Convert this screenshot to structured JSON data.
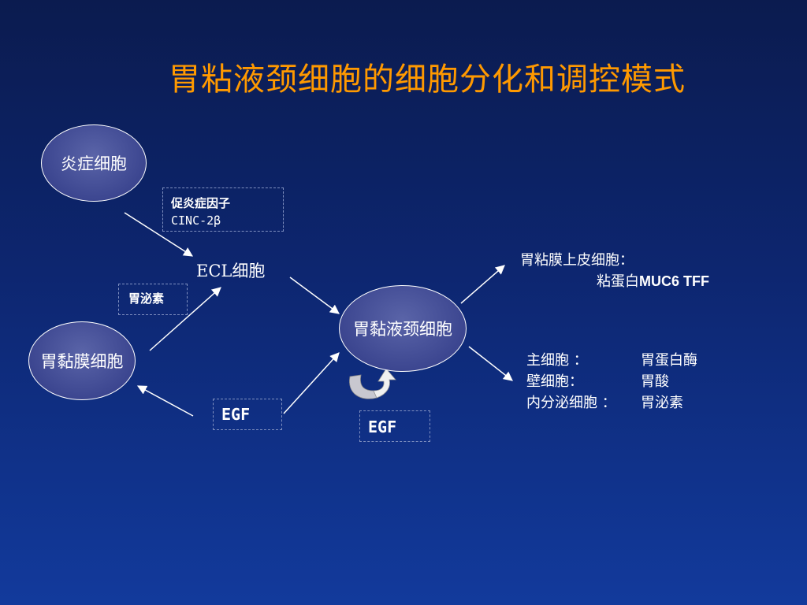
{
  "title": "胃粘液颈细胞的细胞分化和调控模式",
  "nodes": {
    "inflammatory_cell": "炎症细胞",
    "ecl_cell": "ECL细胞",
    "gastric_mucosa_cell": "胃黏膜细胞",
    "mucous_neck_cell": "胃黏液颈细胞"
  },
  "boxes": {
    "proinflammatory_line1": "促炎症因子",
    "proinflammatory_line2": "CINC-2β",
    "gastrin": "胃泌素",
    "egf_left": "EGF",
    "egf_bottom": "EGF"
  },
  "upper_output": {
    "line1": "胃粘膜上皮细胞：",
    "line2_prefix": "粘蛋白",
    "line2_bold": "MUC6 TFF"
  },
  "lower_output": [
    {
      "cell": "主细胞 ：",
      "product": "胃蛋白酶"
    },
    {
      "cell": "壁细胞：",
      "product": "胃酸"
    },
    {
      "cell": "内分泌细胞 ：",
      "product": "胃泌素"
    }
  ]
}
